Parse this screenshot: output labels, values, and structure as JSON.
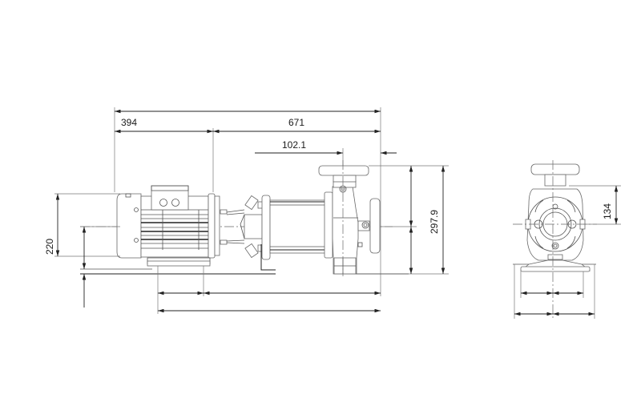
{
  "drawing": {
    "title": "Horizontal multistage pump dimensional drawing",
    "views": [
      "side-view",
      "end-view"
    ],
    "line_color": "#555555",
    "dimension_color": "#222222",
    "background": "#ffffff"
  },
  "dimensions": {
    "overall_length_label": "",
    "motor_length": "394",
    "pump_length": "671",
    "outlet_offset": "102.1",
    "overall_height": "297.9",
    "shaft_height": "220",
    "end_view_height": "134",
    "base_dim_1": "",
    "base_dim_2": "",
    "end_base_inner": "",
    "end_base_outer": ""
  }
}
